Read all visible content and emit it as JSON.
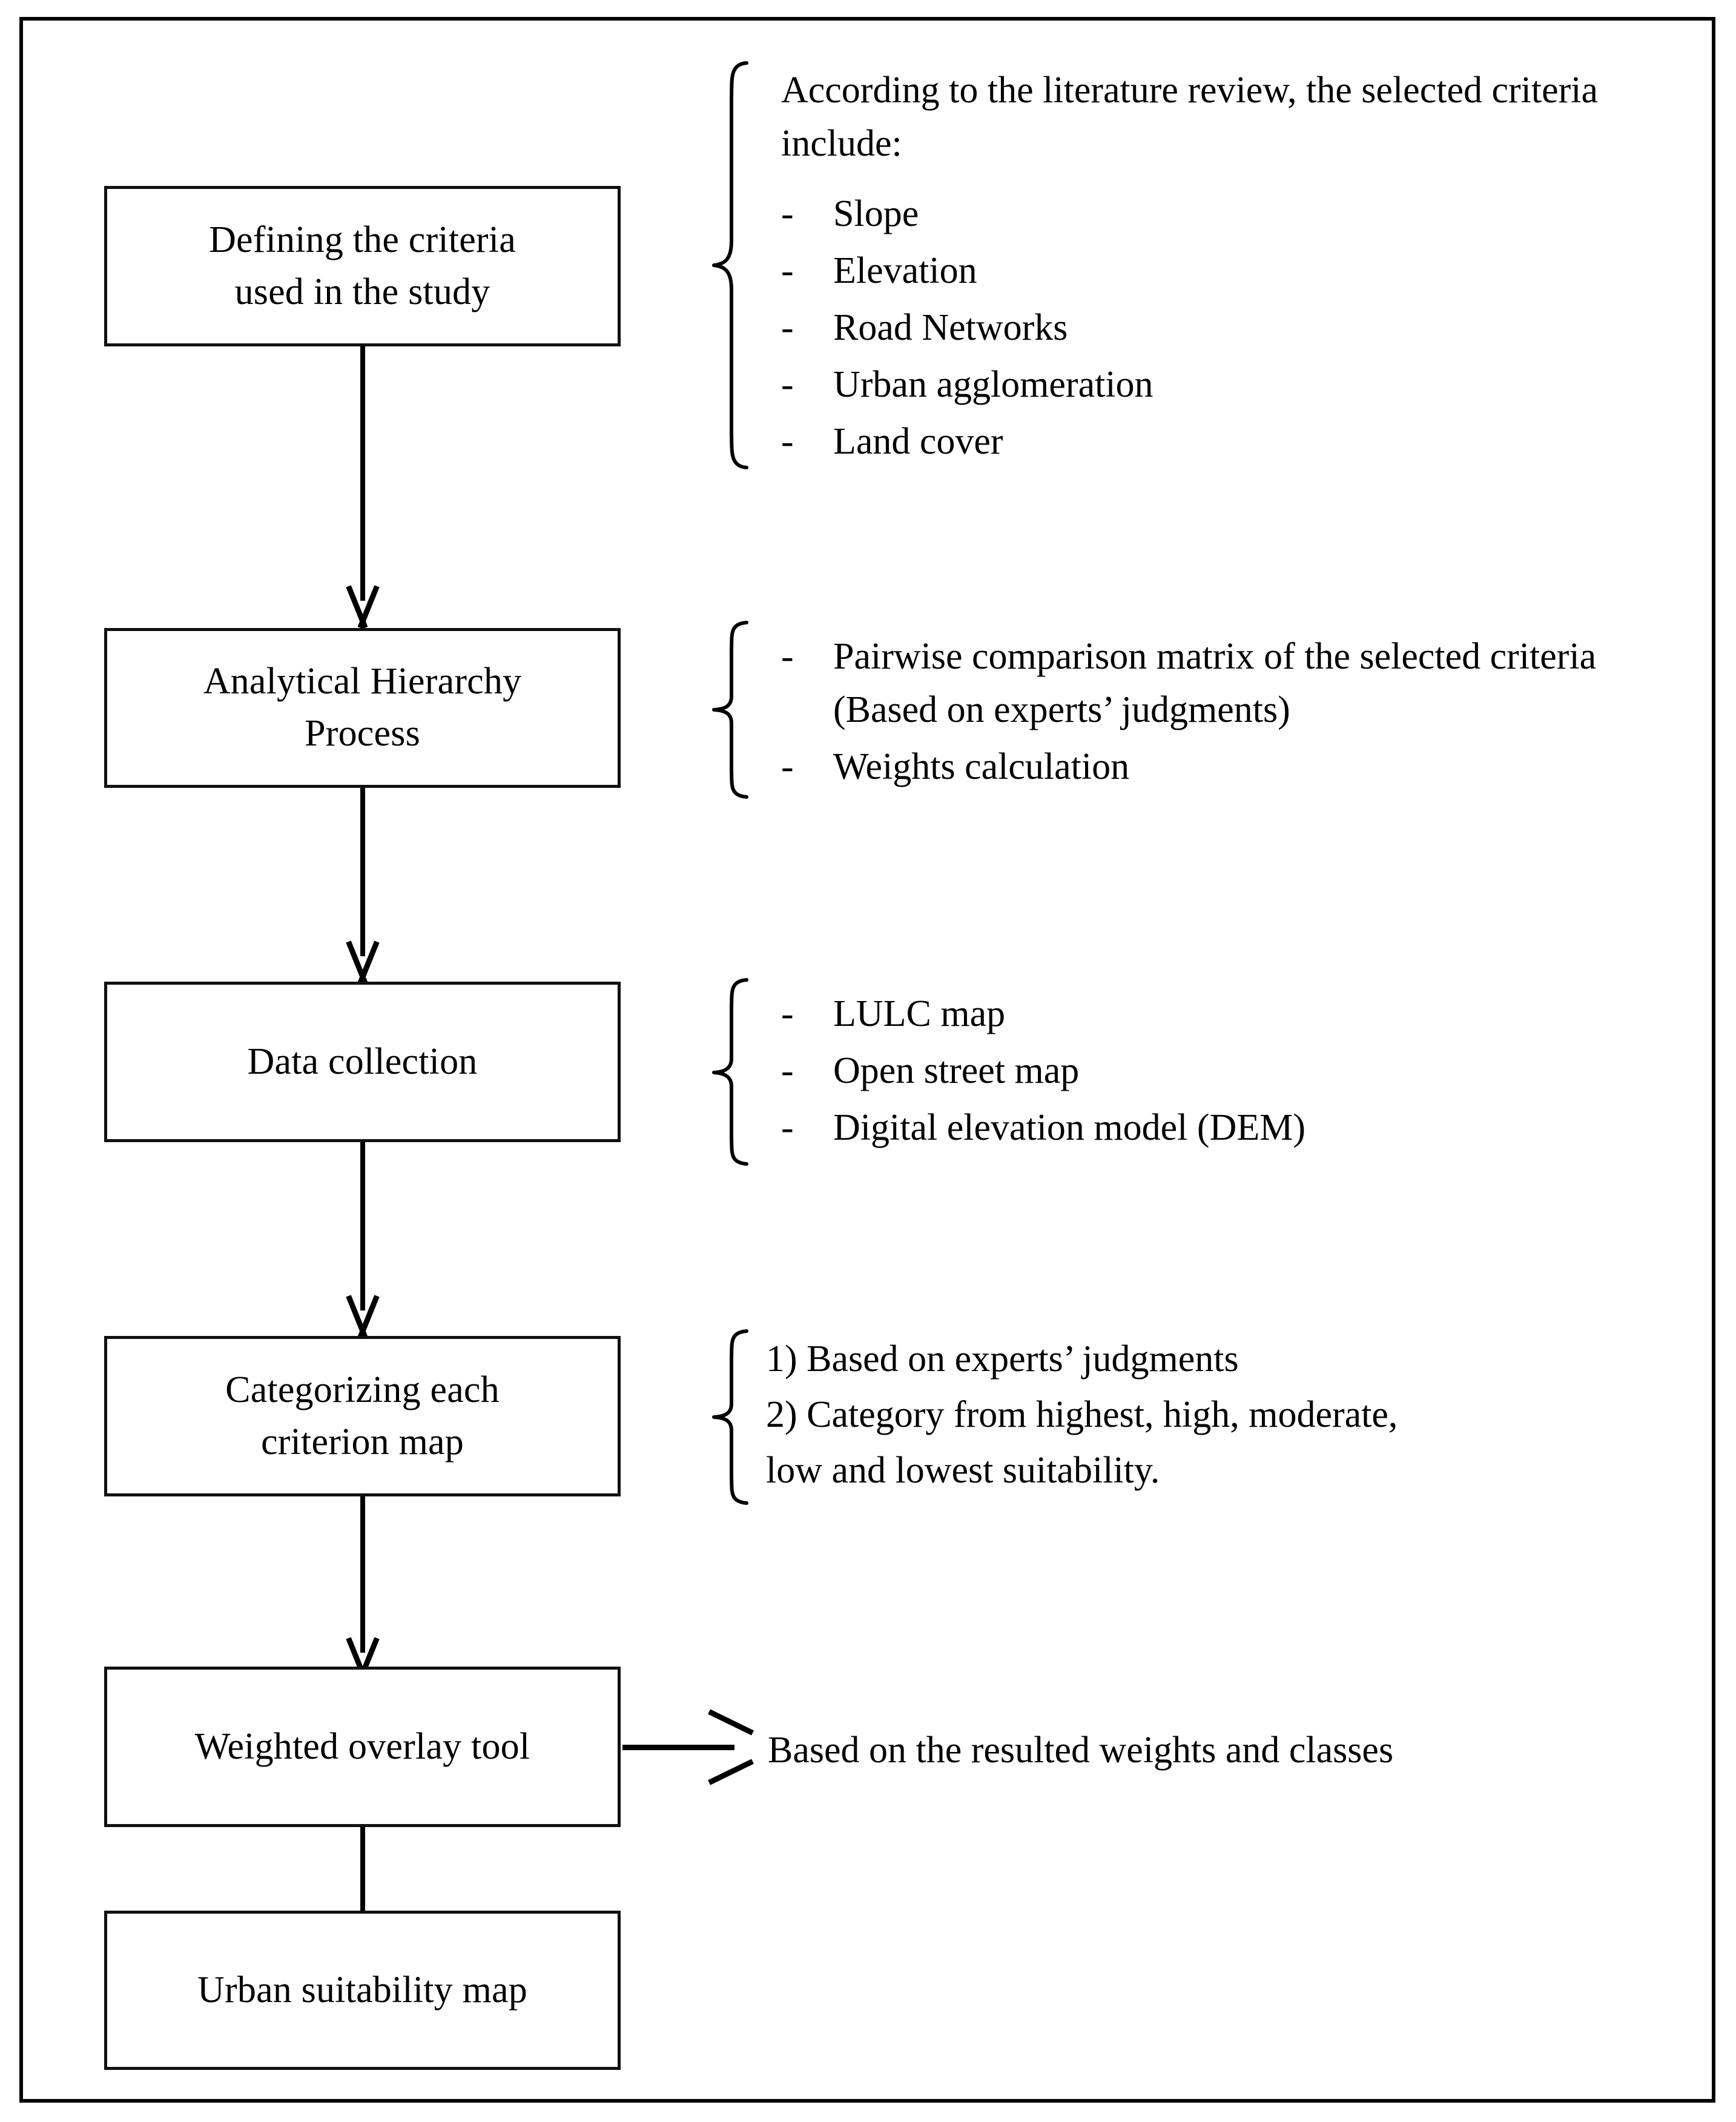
{
  "diagram": {
    "title": "Urban suitability mapping methodology flowchart",
    "type": "flowchart",
    "orientation": "top-to-bottom",
    "colors": {
      "background": "#ffffff",
      "stroke": "#000000",
      "box_border": "#111111",
      "text": "#000000"
    },
    "steps": [
      {
        "id": "defining-criteria",
        "label": "Defining the criteria\nused in the study"
      },
      {
        "id": "analytical-hierarchy-process",
        "label": "Analytical Hierarchy\nProcess"
      },
      {
        "id": "data-collection",
        "label": "Data collection"
      },
      {
        "id": "categorizing-criterion-map",
        "label": "Categorizing each\ncriterion map"
      },
      {
        "id": "weighted-overlay-tool",
        "label": "Weighted overlay tool"
      },
      {
        "id": "urban-suitability-map",
        "label": "Urban suitability map"
      }
    ],
    "annotations": {
      "criteria": {
        "intro": "According to the literature review, the selected criteria include:",
        "bullet": "-",
        "items": [
          "Slope",
          "Elevation",
          "Road Networks",
          "Urban agglomeration",
          "Land cover"
        ]
      },
      "ahp": {
        "bullet": "-",
        "items": [
          "Pairwise comparison matrix of the selected criteria (Based on experts’ judgments)",
          "Weights calculation"
        ]
      },
      "data": {
        "bullet": "-",
        "items": [
          "LULC map",
          "Open street map",
          "Digital elevation model (DEM)"
        ]
      },
      "categorizing": {
        "lines": [
          "1) Based on experts’ judgments",
          "2) Category from highest, high, moderate,",
          "low and lowest suitability."
        ]
      },
      "overlay": {
        "text": "Based on the resulted weights and classes"
      }
    }
  }
}
